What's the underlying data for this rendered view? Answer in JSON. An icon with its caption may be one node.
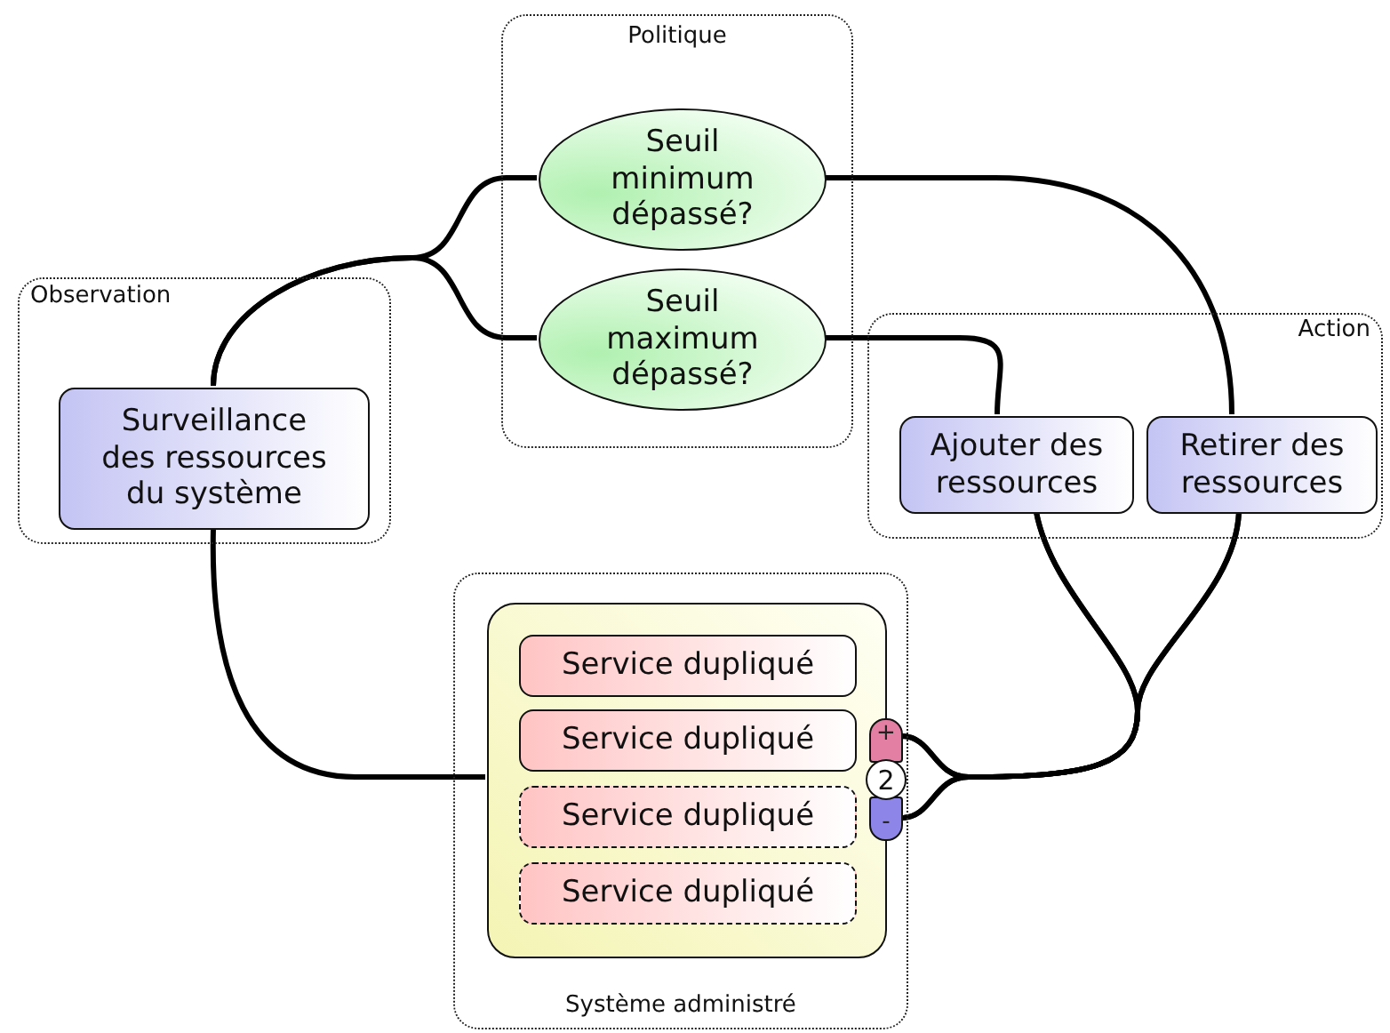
{
  "diagram": {
    "nodes": [
      {
        "text": [
          "Politique"
        ]
      },
      {
        "text": [
          "Seuil minimum dépassé?"
        ],
        "in": 0
      },
      {
        "text": [
          "Seuil maximum dépassé?"
        ],
        "in": 0
      },
      {
        "text": [
          "Observation"
        ]
      },
      {
        "text": [
          "Surveillance des ressources du système"
        ],
        "in": 3
      },
      {
        "text": [
          "Action"
        ]
      },
      {
        "text": [
          "Ajouter des ressources"
        ],
        "in": 5
      },
      {
        "text": [
          "Retirer des ressources"
        ],
        "in": 5
      },
      {
        "text": [
          "Système administré"
        ]
      },
      {
        "text": [],
        "shape": "box",
        "in": 8
      },
      {
        "text": [
          "Service dupliqué"
        ],
        "in": 9
      },
      {
        "text": [
          "Service dupliqué"
        ],
        "in": 9
      },
      {
        "text": [
          "Service dupliqué"
        ],
        "in": 9
      },
      {
        "text": [
          "Service dupliqué"
        ],
        "in": 9
      },
      {
        "text": [
          "+"
        ],
        "in": 8
      },
      {
        "text": [
          "2"
        ],
        "in": 8
      },
      {
        "text": [
          "-"
        ],
        "in": 8
      }
    ],
    "edges": [
      {
        "from": 4,
        "to": 1,
        "arrow": "none"
      },
      {
        "from": 4,
        "to": 2,
        "arrow": "none"
      },
      {
        "from": 1,
        "to": 7,
        "arrow": "none"
      },
      {
        "from": 2,
        "to": 6,
        "arrow": "none"
      },
      {
        "from": 6,
        "to": 14,
        "arrow": "none"
      },
      {
        "from": 6,
        "to": 16,
        "arrow": "none"
      },
      {
        "from": 7,
        "to": 14,
        "arrow": "none"
      },
      {
        "from": 7,
        "to": 16,
        "arrow": "none"
      },
      {
        "from": 4,
        "to": 9,
        "arrow": "none"
      }
    ]
  }
}
